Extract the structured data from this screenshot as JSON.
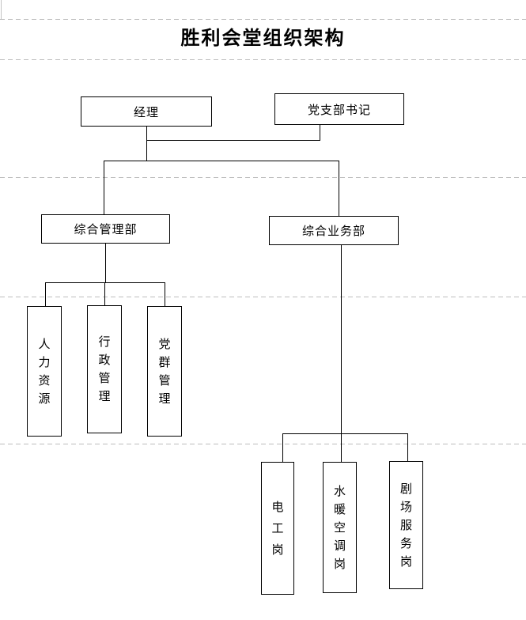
{
  "page": {
    "background": "#ffffff",
    "guide_color": "#bdbdbd",
    "line_color": "#000000",
    "node_border_color": "#000000",
    "text_color": "#000000"
  },
  "title": {
    "text": "胜利会堂组织架构"
  },
  "nodes": {
    "manager": {
      "label": "经理"
    },
    "secretary": {
      "label": "党支部书记"
    },
    "mgmt_dept": {
      "label": "综合管理部"
    },
    "biz_dept": {
      "label": "综合业务部"
    },
    "hr": {
      "label": "人力资源"
    },
    "admin": {
      "label": "行政管理"
    },
    "party_mass": {
      "label": "党群管理"
    },
    "electrician": {
      "label": "电工岗"
    },
    "hvac": {
      "label": "水暖空调岗"
    },
    "theater_service": {
      "label": "剧场服务岗"
    }
  },
  "structure": {
    "top": [
      "经理",
      "党支部书记"
    ],
    "branches": [
      {
        "department": "综合管理部",
        "children": [
          "人力资源",
          "行政管理",
          "党群管理"
        ]
      },
      {
        "department": "综合业务部",
        "children": [
          "电工岗",
          "水暖空调岗",
          "剧场服务岗"
        ]
      }
    ]
  }
}
